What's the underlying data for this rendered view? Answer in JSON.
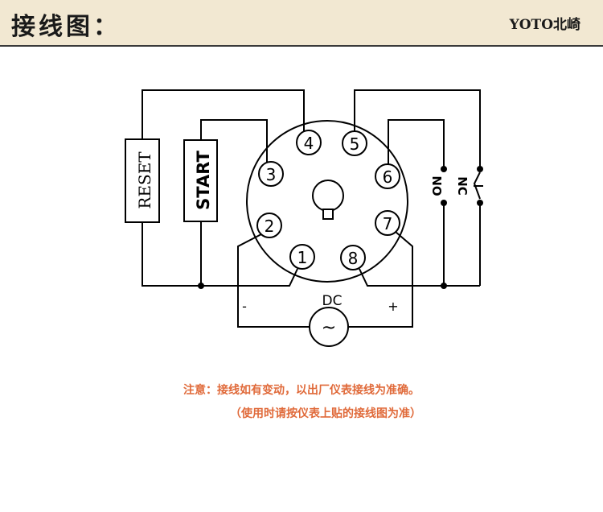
{
  "header": {
    "title": "接线图：",
    "brand": "YOTO北崎"
  },
  "colors": {
    "header_bg": "#f2e8d2",
    "note_text": "#e06a3a"
  },
  "diagram": {
    "switches": {
      "reset": "RESET",
      "start": "START"
    },
    "pins": [
      "1",
      "2",
      "3",
      "4",
      "5",
      "6",
      "7",
      "8"
    ],
    "power": {
      "label": "DC",
      "minus": "-",
      "plus": "+",
      "symbol": "~"
    },
    "contacts": {
      "no": "NO",
      "nc": "NC"
    }
  },
  "notes": {
    "line1": "注意：接线如有变动，以出厂仪表接线为准确。",
    "line2": "（使用时请按仪表上贴的接线图为准）"
  }
}
